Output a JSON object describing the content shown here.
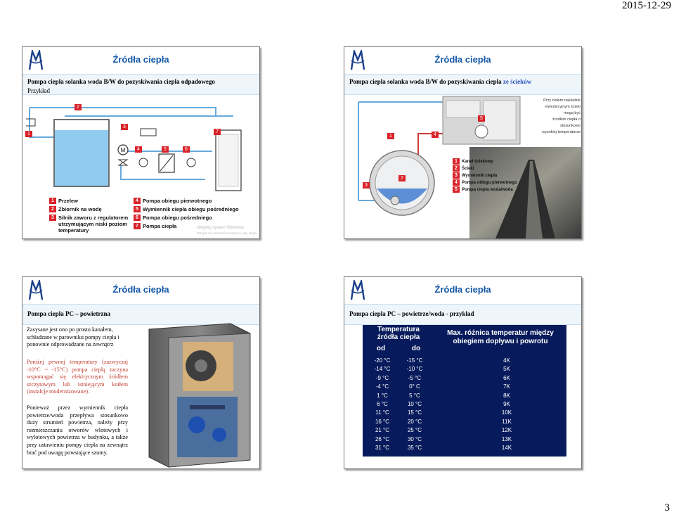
{
  "header": {
    "date": "2015-12-29"
  },
  "footer": {
    "page_number": "3"
  },
  "slides": [
    {
      "title": "Źródła ciepła",
      "subtitle": "Pompa ciepła solanka woda B/W do pozyskiwania ciepła odpadowego",
      "subtitle2": "Przykład",
      "legend_left": [
        {
          "n": "1",
          "text": "Przelew"
        },
        {
          "n": "2",
          "text": "Zbiornik na wodę"
        },
        {
          "n": "3",
          "text": "Silnik zaworu z regulatorem utrzymującym niski poziom temperatury"
        }
      ],
      "legend_right": [
        {
          "n": "4",
          "text": "Pompa obiegu pierwotnego"
        },
        {
          "n": "5",
          "text": "Wymiennik ciepła obiegu pośredniego"
        },
        {
          "n": "6",
          "text": "Pompa obiegu pośredniego"
        },
        {
          "n": "7",
          "text": "Pompa ciepła"
        }
      ],
      "motor_label": "M",
      "watermark_1": "Aktywuj system Windows",
      "watermark_2": "Przejdź do ustawień komputera, aby aktyw"
    },
    {
      "title": "Źródła ciepła",
      "subtitle_black": "Pompa ciepła solanka woda B/W do pozyskiwania ciepła ",
      "subtitle_blue": "ze ścieków",
      "callouts": [
        "Przy niskim nakładzie",
        "inwestycyjnym ścieki mogą być",
        "źródłem ciepła o stosunkowo",
        "wysokiej temperaturze"
      ],
      "legend": [
        {
          "n": "1",
          "text": "Kanał ściekowy"
        },
        {
          "n": "2",
          "text": "Ścieki"
        },
        {
          "n": "3",
          "text": "Wymiennik ciepła"
        },
        {
          "n": "4",
          "text": "Pompa obiegu pierwotnego"
        },
        {
          "n": "5",
          "text": "Pompa ciepła woda/woda"
        }
      ]
    },
    {
      "title": "Źródła ciepła",
      "subtitle": "Pompa ciepła PC – powietrzna",
      "para1": "Zasysane jest ono po prostu kanałem, schładzane w parowniku pompy ciepła i ponownie odprowadzane na zewnątrz",
      "para2": "Poniżej pewnej temperatury (zazwyczaj -10°C ~ -15°C) pompa ciepłą zaczyna wspomagać się elektrycznym źródłem szczytowym lub istniejącym kotłem (instalcje modernizowane).",
      "para3": "Ponieważ przez wymiennik ciepła powietrze/woda przepływa stosunkowo duży strumień powietrza, należy przy rozmieszczaniu otworów wlotowych i wylotowych powietrza w budynku, a także przy ustawieniu pompy ciepła na zewnątrz brać pod uwagę powstające szumy."
    },
    {
      "title": "Źródła ciepła",
      "subtitle": "Pompa ciepła PC – powietrze/woda - przykład",
      "table": {
        "header_left_line1": "Temperatura",
        "header_left_line2": "źródła ciepła",
        "col_from": "od",
        "col_to": "do",
        "header_right": "Max. różnica temperatur między obiegiem dopływu i powrotu",
        "rows": [
          {
            "from": "-20 °C",
            "to": "-15 °C",
            "diff": "4K"
          },
          {
            "from": "-14 °C",
            "to": "-10 °C",
            "diff": "5K"
          },
          {
            "from": "-9 °C",
            "to": "-5 °C",
            "diff": "6K"
          },
          {
            "from": "-4 °C",
            "to": "0° C",
            "diff": "7K"
          },
          {
            "from": "1 °C",
            "to": "5 °C",
            "diff": "8K"
          },
          {
            "from": "6 °C",
            "to": "10 °C",
            "diff": "9K"
          },
          {
            "from": "11 °C",
            "to": "15 °C",
            "diff": "10K"
          },
          {
            "from": "16 °C",
            "to": "20 °C",
            "diff": "11K"
          },
          {
            "from": "21 °C",
            "to": "25 °C",
            "diff": "12K"
          },
          {
            "from": "26 °C",
            "to": "30 °C",
            "diff": "13K"
          },
          {
            "from": "31 °C",
            "to": "35 °C",
            "diff": "14K"
          }
        ]
      }
    }
  ],
  "colors": {
    "title_blue": "#1558a7",
    "accent_red": "#d9232a",
    "table_bg": "#071b5c",
    "water": "#8fcbef"
  }
}
